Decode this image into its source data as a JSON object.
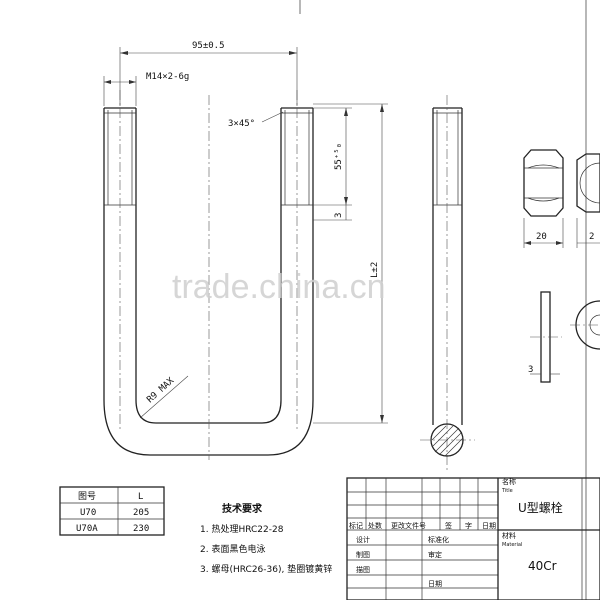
{
  "dimensions": {
    "width": "95±0.5",
    "thread": "M14×2-6g",
    "chamfer": "3×45°",
    "thread_length": "55⁺⁵₀",
    "gap": "3",
    "leg_length": "L±2",
    "bend_radius": "R9 MAX",
    "nut_width": "20",
    "nut_width_cut": "2",
    "washer_thickness": "3"
  },
  "table": {
    "headers": [
      "图号",
      "L"
    ],
    "rows": [
      [
        "U70",
        "205"
      ],
      [
        "U70A",
        "230"
      ]
    ]
  },
  "requirements": {
    "title": "技术要求",
    "items": [
      "1. 热处理HRC22-28",
      "2. 表面黑色电泳",
      "3. 螺母(HRC26-36), 垫圈镀黄锌"
    ]
  },
  "title_block": {
    "name_label": "名称",
    "name_label_en": "Title",
    "part_name": "U型螺栓",
    "material_label": "材料",
    "material_label_en": "Material",
    "material": "40Cr",
    "rev_headers": [
      "标记",
      "处数",
      "更改文件号",
      "签",
      "字",
      "日期"
    ],
    "rows": [
      "设计",
      "制图",
      "描图"
    ],
    "std_label": "标准化",
    "review_label": "审定",
    "date_label": "日期"
  },
  "watermark": "trade.china.cn"
}
